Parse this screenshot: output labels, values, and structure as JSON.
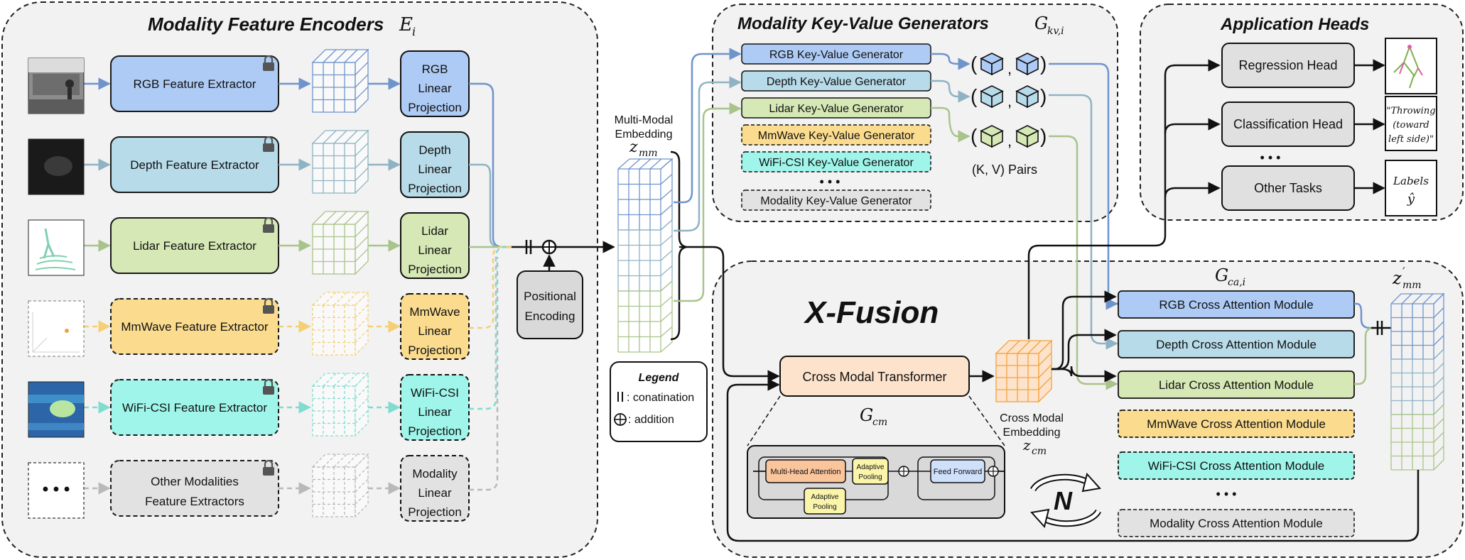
{
  "encoders": {
    "title": "Modality Feature Encoders",
    "symbol": "E",
    "symbol_sub": "i",
    "items": [
      {
        "extractor": "RGB Feature Extractor",
        "projection": [
          "RGB",
          "Linear",
          "Projection"
        ],
        "color": "#aecbf5",
        "stroke": "#1a1a1a",
        "dashed": false
      },
      {
        "extractor": "Depth Feature Extractor",
        "projection": [
          "Depth",
          "Linear",
          "Projection"
        ],
        "color": "#b7dbe9",
        "stroke": "#1a1a1a",
        "dashed": false
      },
      {
        "extractor": "Lidar Feature Extractor",
        "projection": [
          "Lidar",
          "Linear",
          "Projection"
        ],
        "color": "#d5e8b5",
        "stroke": "#1a1a1a",
        "dashed": false
      },
      {
        "extractor": "MmWave Feature Extractor",
        "projection": [
          "MmWave",
          "Linear",
          "Projection"
        ],
        "color": "#fbdc8f",
        "stroke": "#1a1a1a",
        "dashed": true
      },
      {
        "extractor": "WiFi-CSI Feature Extractor",
        "projection": [
          "WiFi-CSI",
          "Linear",
          "Projection"
        ],
        "color": "#9ff5ea",
        "stroke": "#1a1a1a",
        "dashed": true
      },
      {
        "extractor": [
          "Other Modalities",
          "Feature Extractors"
        ],
        "projection": [
          "Modality",
          "Linear",
          "Projection"
        ],
        "color": "#e2e2e2",
        "stroke": "#1a1a1a",
        "dashed": true
      }
    ],
    "more_dots": "• • •"
  },
  "embedding": {
    "label": [
      "Multi-Modal",
      "Embedding"
    ],
    "symbol": "z",
    "symbol_sub": "mm"
  },
  "positional_encoding": [
    "Positional",
    "Encoding"
  ],
  "legend": {
    "title": "Legend",
    "concat_symbol": "| |",
    "concat_text": ": conatination",
    "add_text": ": addition"
  },
  "kv": {
    "title": "Modality Key-Value Generators",
    "symbol": "G",
    "symbol_sub": "kv,i",
    "items": [
      {
        "label": "RGB Key-Value Generator",
        "color": "#aecbf5",
        "dashed": false
      },
      {
        "label": "Depth Key-Value Generator",
        "color": "#b7dbe9",
        "dashed": false
      },
      {
        "label": "Lidar Key-Value Generator",
        "color": "#d5e8b5",
        "dashed": false
      },
      {
        "label": "MmWave Key-Value Generator",
        "color": "#fbdc8f",
        "dashed": true
      },
      {
        "label": "WiFi-CSI Key-Value Generator",
        "color": "#9ff5ea",
        "dashed": true
      }
    ],
    "dots": "• • •",
    "last": "Modality Key-Value Generator",
    "pairs_label": "(K, V) Pairs"
  },
  "heads": {
    "title": "Application Heads",
    "items": [
      "Regression Head",
      "Classification Head",
      "Other Tasks"
    ],
    "dots": "• • •",
    "class_output": [
      "\"Throwing",
      "(toward",
      "left side)\""
    ],
    "labels_output": "Labels",
    "labels_symbol": "ŷ"
  },
  "fusion": {
    "title": "X-Fusion",
    "cross_modal_transformer": "Cross Modal Transformer",
    "gcm_symbol": "G",
    "gcm_sub": "cm",
    "cross_embedding": [
      "Cross Modal",
      "Embedding"
    ],
    "zcm_symbol": "z",
    "zcm_sub": "cm",
    "n_label": "N",
    "gca_symbol": "G",
    "gca_sub": "ca,i",
    "zmm_prime_symbol": "z",
    "zmm_prime_sub": "mm",
    "zmm_prime_sup": "′",
    "detail": {
      "mha": "Multi-Head Attention",
      "pool1": [
        "Adaptive",
        "Pooling"
      ],
      "pool2": [
        "Adaptive",
        "Pooling"
      ],
      "ff": "Feed Forward"
    },
    "ca_items": [
      {
        "label": "RGB Cross Attention Module",
        "color": "#aecbf5",
        "dashed": false
      },
      {
        "label": "Depth Cross Attention Module",
        "color": "#b7dbe9",
        "dashed": false
      },
      {
        "label": "Lidar Cross Attention Module",
        "color": "#d5e8b5",
        "dashed": false
      },
      {
        "label": "MmWave Cross Attention Module",
        "color": "#fbdc8f",
        "dashed": true
      },
      {
        "label": "WiFi-CSI Cross Attention Module",
        "color": "#9ff5ea",
        "dashed": true
      }
    ],
    "ca_dots": "• • •",
    "ca_last": "Modality Cross Attention Module"
  },
  "colors": {
    "rgb_line": "#6f94cc",
    "depth_line": "#8fb3c4",
    "lidar_line": "#a9c48a",
    "mmwave_line": "#f5cf73",
    "wifi_line": "#7fdccf",
    "other_line": "#b9b9b9",
    "panel_bg": "#f2f2f2"
  }
}
